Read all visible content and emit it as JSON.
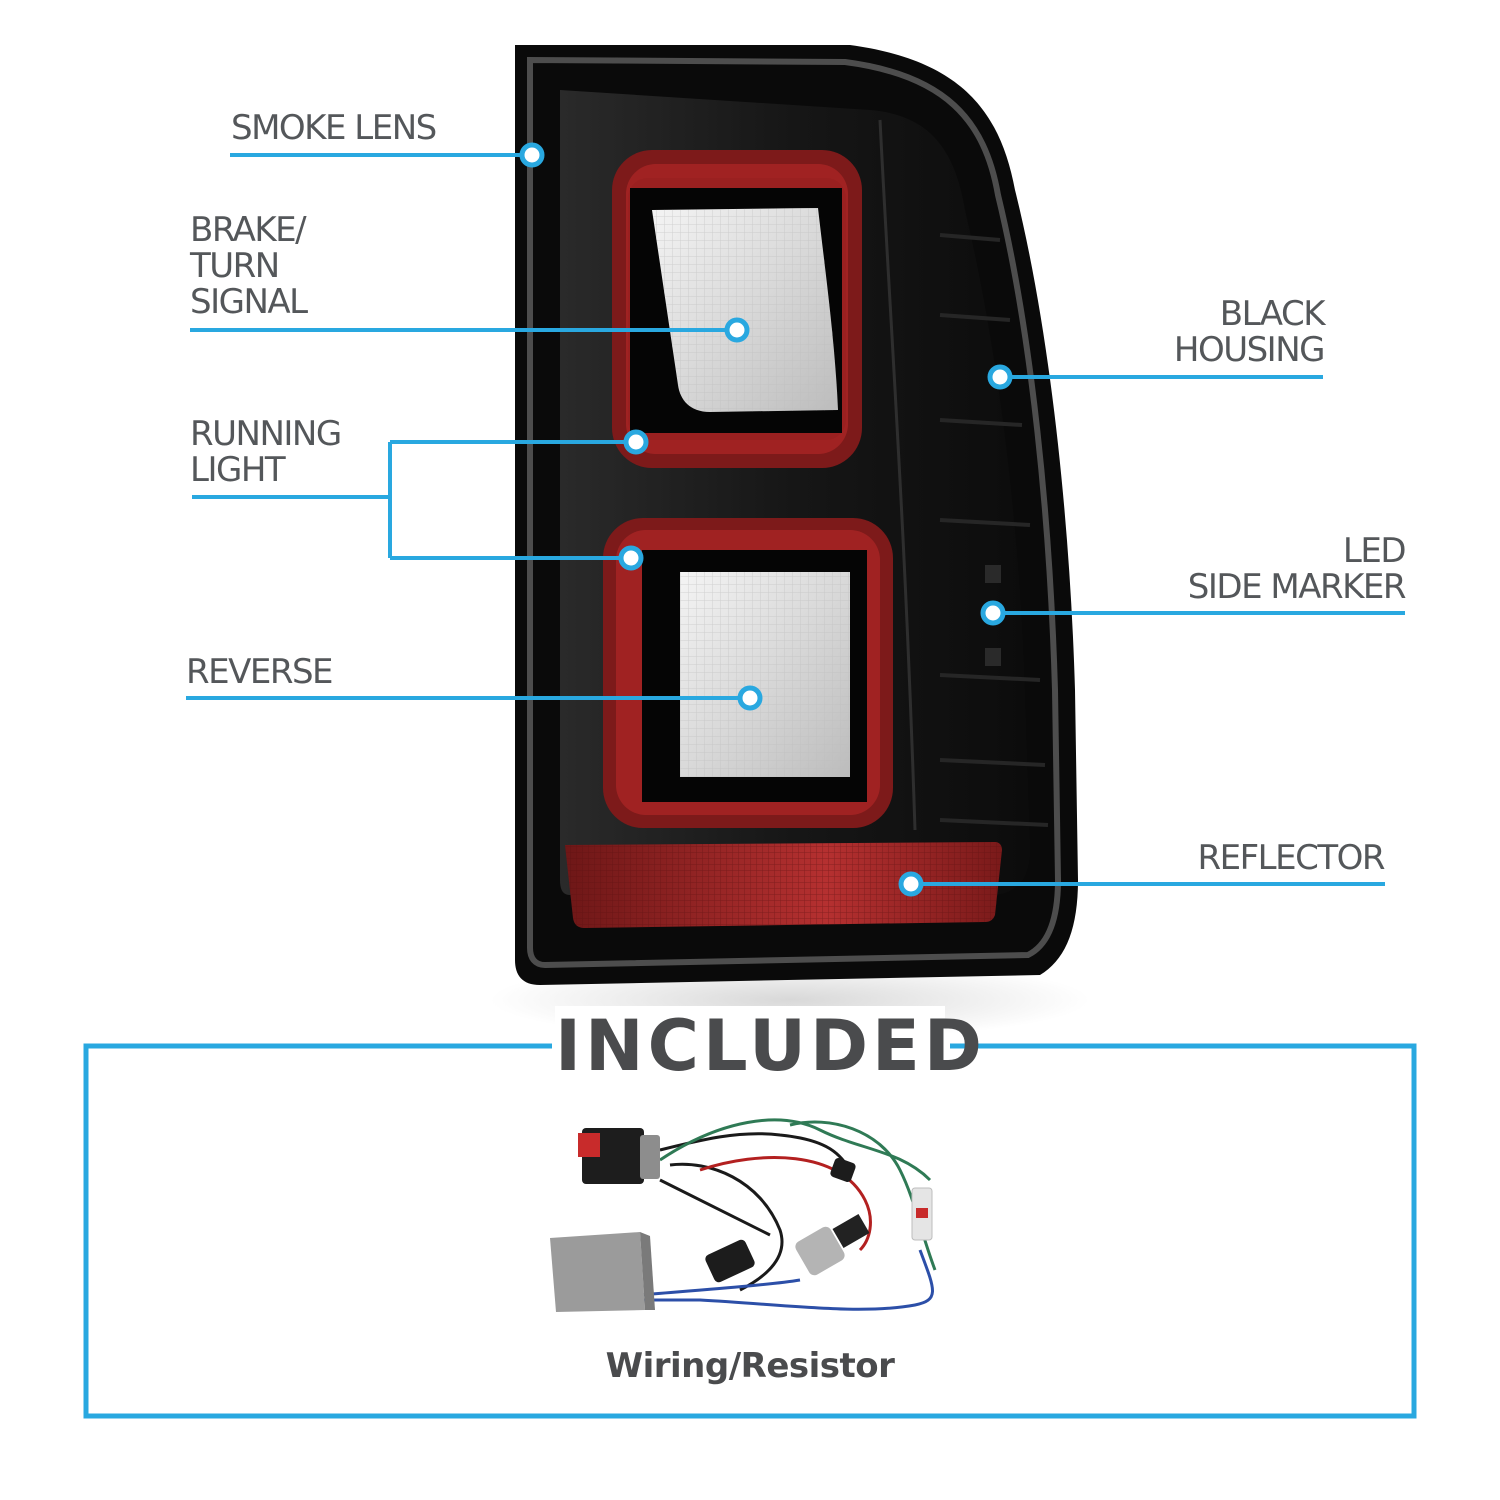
{
  "callouts": {
    "smoke_lens": [
      "SMOKE LENS"
    ],
    "brake_turn": [
      "BRAKE/",
      "TURN",
      "SIGNAL"
    ],
    "running_light": [
      "RUNNING",
      "LIGHT"
    ],
    "reverse": [
      "REVERSE"
    ],
    "black_housing": [
      "BLACK",
      "HOUSING"
    ],
    "led_side_marker": [
      "LED",
      "SIDE MARKER"
    ],
    "reflector": [
      "REFLECTOR"
    ]
  },
  "included": {
    "title": "INCLUDED",
    "caption": "Wiring/Resistor"
  },
  "colors": {
    "accent_blue": "#29a8e0",
    "text_gray": "#54575a",
    "housing_black": "#151515",
    "led_red": "#8c1c1c"
  }
}
